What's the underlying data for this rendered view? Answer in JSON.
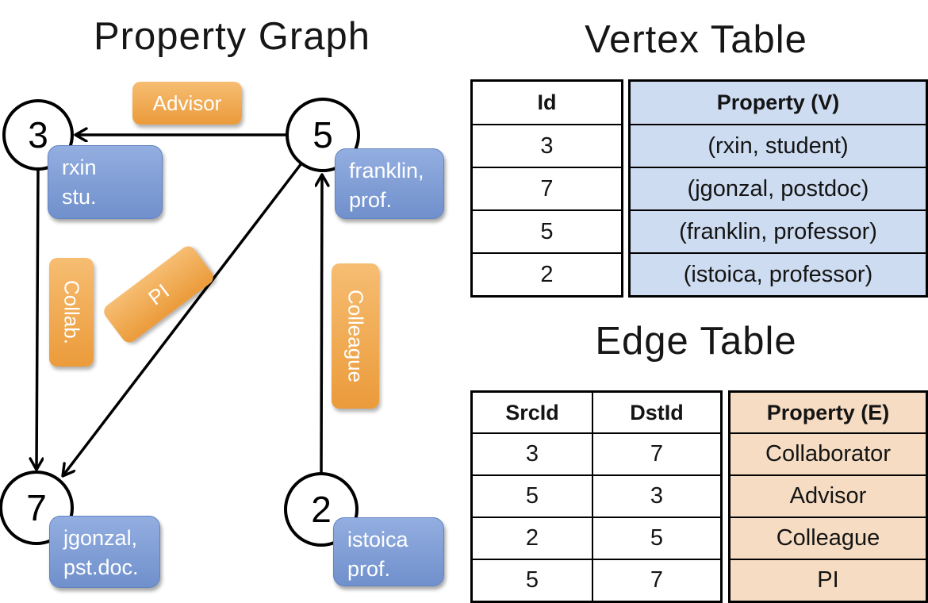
{
  "graph": {
    "title": "Property Graph",
    "nodes": [
      {
        "id": "3",
        "label": "rxin\nstu."
      },
      {
        "id": "5",
        "label": "franklin,\nprof."
      },
      {
        "id": "7",
        "label": "jgonzal,\npst.doc."
      },
      {
        "id": "2",
        "label": "istoica\nprof."
      }
    ],
    "edge_labels": {
      "advisor": "Advisor",
      "collab": "Collab.",
      "pi": "PI",
      "colleague": "Colleague"
    }
  },
  "vertex_table": {
    "title": "Vertex Table",
    "columns": [
      "Id",
      "Property (V)"
    ],
    "rows": [
      [
        "3",
        "(rxin, student)"
      ],
      [
        "7",
        "(jgonzal, postdoc)"
      ],
      [
        "5",
        "(franklin, professor)"
      ],
      [
        "2",
        "(istoica, professor)"
      ]
    ]
  },
  "edge_table": {
    "title": "Edge Table",
    "columns": [
      "SrcId",
      "DstId",
      "Property (E)"
    ],
    "rows": [
      [
        "3",
        "7",
        "Collaborator"
      ],
      [
        "5",
        "3",
        "Advisor"
      ],
      [
        "2",
        "5",
        "Colleague"
      ],
      [
        "5",
        "7",
        "PI"
      ]
    ]
  },
  "colors": {
    "edge_label_orange_top": "#f6bd72",
    "edge_label_orange_bottom": "#eb9b3a",
    "vertex_box_blue_top": "#93aee0",
    "vertex_box_blue_bottom": "#7090cc",
    "vertex_table_property_fill": "#cedcf1",
    "edge_table_property_fill": "#f5dcc2",
    "line_color": "#000000"
  }
}
